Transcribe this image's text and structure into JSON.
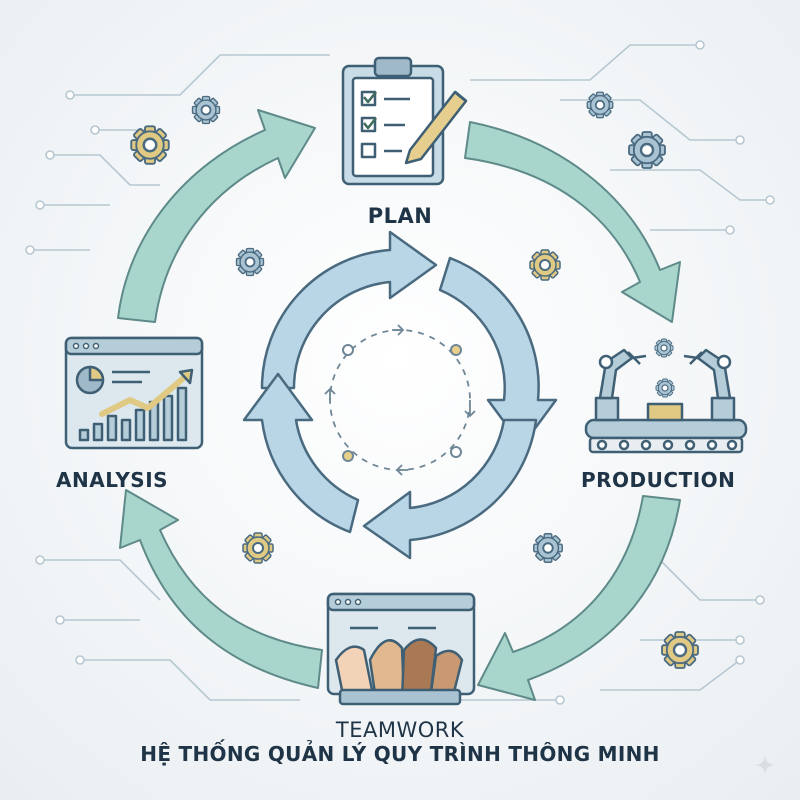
{
  "diagram": {
    "stages": {
      "plan": "PLAN",
      "production": "PRODUCTION",
      "teamwork": "TEAMWORK",
      "analysis": "ANALYSIS"
    },
    "subtitle": "HỆ THỐNG QUẢN LÝ QUY TRÌNH THÔNG MINH"
  },
  "icons": {
    "plan": "clipboard-checklist-pencil-icon",
    "production": "robotic-arms-conveyor-icon",
    "teamwork": "stacked-hands-screen-icon",
    "analysis": "growth-chart-screen-icon",
    "decoration": "gear-icon"
  },
  "colors": {
    "outer_arrow": "#a9d6cc",
    "inner_ring": "#b9d6e6",
    "stroke": "#4a6a80",
    "gear_gold": "#e0c983",
    "gear_blue": "#a9c3d3",
    "text": "#1f3447"
  }
}
